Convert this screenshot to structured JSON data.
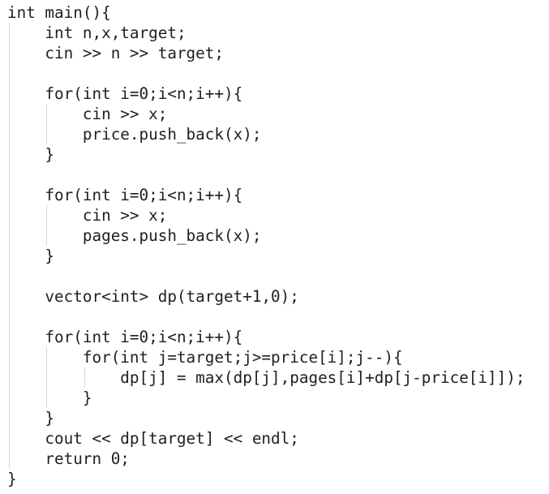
{
  "code": {
    "lines": [
      "int main(){",
      "    int n,x,target;",
      "    cin >> n >> target;",
      "",
      "    for(int i=0;i<n;i++){",
      "        cin >> x;",
      "        price.push_back(x);",
      "    }",
      "",
      "    for(int i=0;i<n;i++){",
      "        cin >> x;",
      "        pages.push_back(x);",
      "    }",
      "",
      "    vector<int> dp(target+1,0);",
      "",
      "    for(int i=0;i<n;i++){",
      "        for(int j=target;j>=price[i];j--){",
      "            dp[j] = max(dp[j],pages[i]+dp[j-price[i]]);",
      "        }",
      "    }",
      "    cout << dp[target] << endl;",
      "    return 0;",
      "}"
    ]
  }
}
